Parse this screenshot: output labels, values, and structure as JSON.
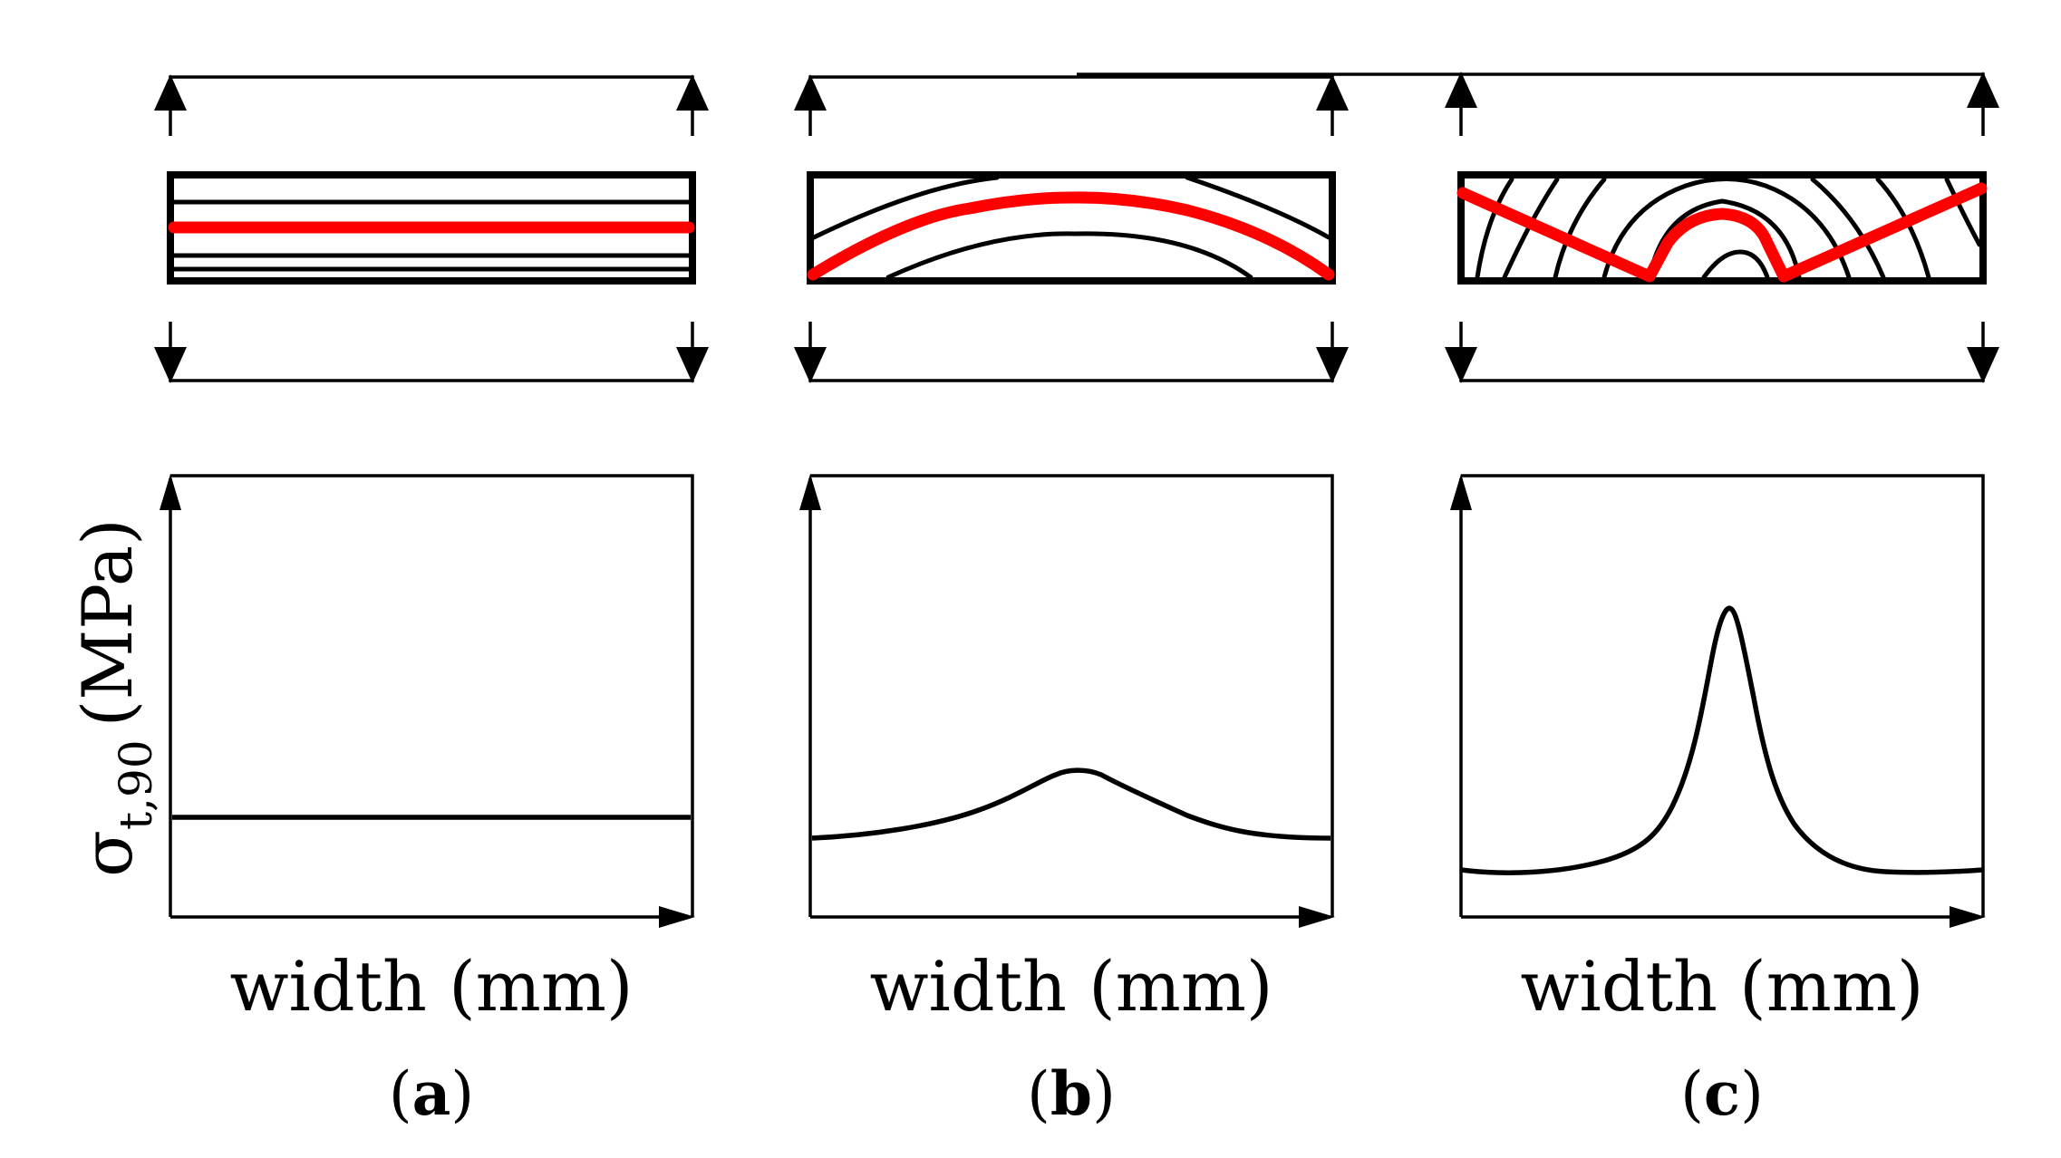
{
  "y_axis_label": {
    "symbol": "σ",
    "subscript": "t,90",
    "unit": "(MPa)"
  },
  "panels": [
    {
      "id": "a",
      "label_open": "(",
      "label_letter": "a",
      "label_close": ")",
      "xlabel": "width (mm)",
      "stress_profile": "uniform"
    },
    {
      "id": "b",
      "label_open": "(",
      "label_letter": "b",
      "label_close": ")",
      "xlabel": "width (mm)",
      "stress_profile": "moderate central peak"
    },
    {
      "id": "c",
      "label_open": "(",
      "label_letter": "c",
      "label_close": ")",
      "xlabel": "width (mm)",
      "stress_profile": "sharp central peak"
    }
  ],
  "colors": {
    "crack_path": "#ff0000",
    "lines": "#000000"
  }
}
